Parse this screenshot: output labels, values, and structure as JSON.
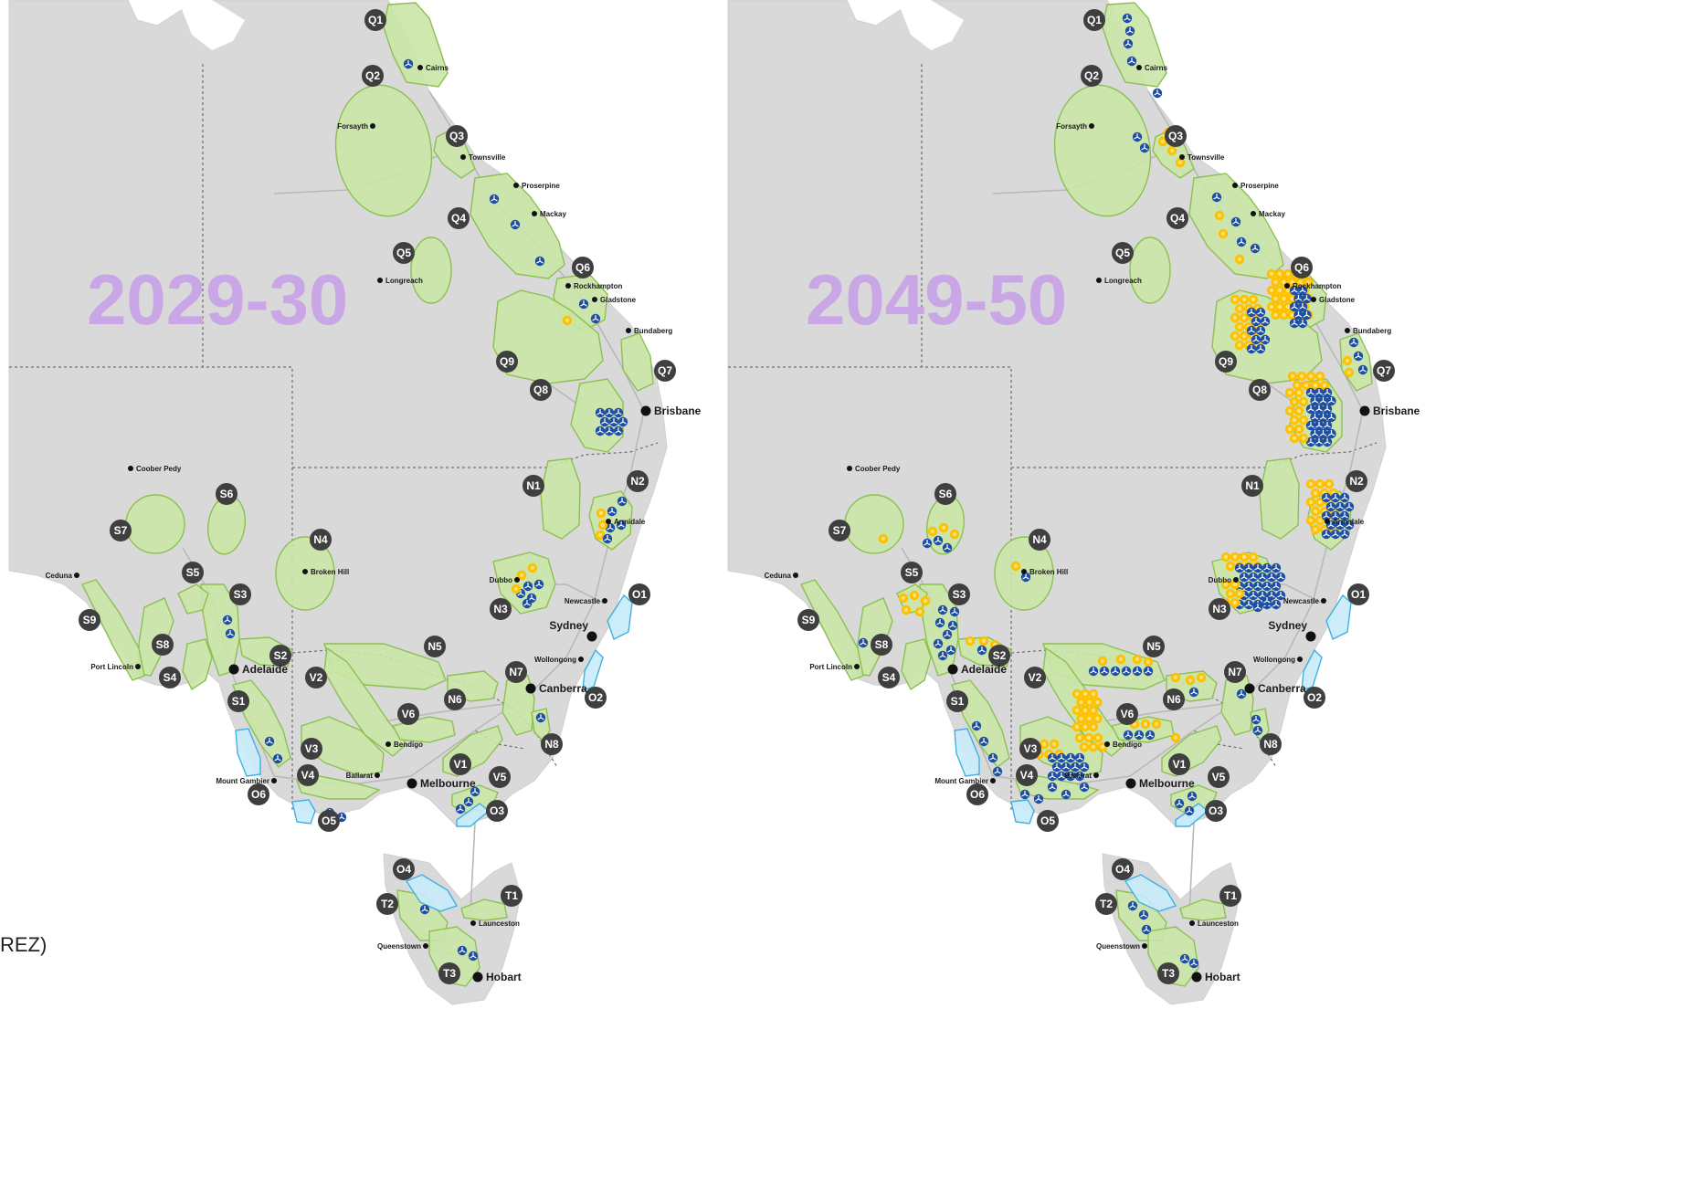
{
  "panels": [
    {
      "title": "2029-30"
    },
    {
      "title": "2049-50"
    }
  ],
  "rez_zones": [
    "Q1",
    "Q2",
    "Q3",
    "Q4",
    "Q5",
    "Q6",
    "Q7",
    "Q8",
    "Q9",
    "N1",
    "N2",
    "N3",
    "N4",
    "N5",
    "N6",
    "N7",
    "N8",
    "V1",
    "V2",
    "V3",
    "V4",
    "V5",
    "V6",
    "S1",
    "S2",
    "S3",
    "S4",
    "S5",
    "S6",
    "S7",
    "S8",
    "S9",
    "T1",
    "T2",
    "T3"
  ],
  "offshore_zones": [
    "O1",
    "O2",
    "O3",
    "O4",
    "O5",
    "O6"
  ],
  "cities_small": [
    "Cairns",
    "Forsayth",
    "Townsville",
    "Proserpine",
    "Mackay",
    "Longreach",
    "Rockhampton",
    "Gladstone",
    "Bundaberg",
    "Coober Pedy",
    "Armidale",
    "Broken Hill",
    "Ceduna",
    "Dubbo",
    "Newcastle",
    "Port Lincoln",
    "Wollongong",
    "Bendigo",
    "Ballarat",
    "Mount Gambier",
    "Launceston",
    "Queenstown"
  ],
  "cities_big": [
    "Brisbane",
    "Sydney",
    "Adelaide",
    "Canberra",
    "Melbourne",
    "Hobart"
  ],
  "legend_fragment": "REZ)",
  "colors": {
    "land": "#d9d9d9",
    "rez_fill": "#c9e6a6",
    "rez_stroke": "#8dc052",
    "offshore_fill": "#c8ebfb",
    "offshore_stroke": "#3fb0e4",
    "badge": "#3f3f3f",
    "wind": "#1f4fa3",
    "solar": "#ffc000"
  },
  "icons": {
    "wind": "wind-turbine-icon",
    "solar": "solar-sun-icon"
  }
}
